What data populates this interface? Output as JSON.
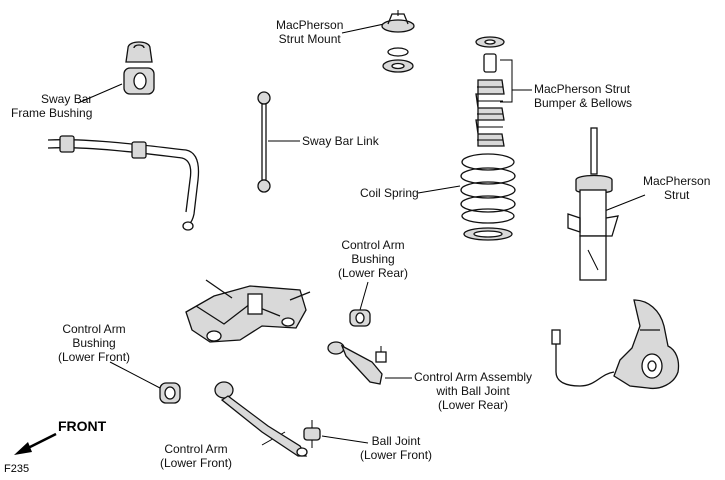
{
  "labels": {
    "sway_bar_bushing": [
      "Sway Bar",
      "Frame Bushing"
    ],
    "strut_mount": [
      "MacPherson",
      "Strut Mount"
    ],
    "sway_bar_link": "Sway Bar Link",
    "strut_bumper": [
      "MacPherson Strut",
      "Bumper & Bellows"
    ],
    "coil_spring": "Coil Spring",
    "strut": [
      "MacPherson",
      "Strut"
    ],
    "ca_bushing_rear": [
      "Control Arm",
      "Bushing",
      "(Lower Rear)"
    ],
    "ca_bushing_front": [
      "Control Arm",
      "Bushing",
      "(Lower Front)"
    ],
    "ca_assembly": [
      "Control Arm Assembly",
      "with Ball Joint",
      "(Lower Rear)"
    ],
    "control_arm_front": [
      "Control Arm",
      "(Lower Front)"
    ],
    "ball_joint": [
      "Ball Joint",
      "(Lower Front)"
    ]
  },
  "front_label": "FRONT",
  "figure_id": "F235"
}
